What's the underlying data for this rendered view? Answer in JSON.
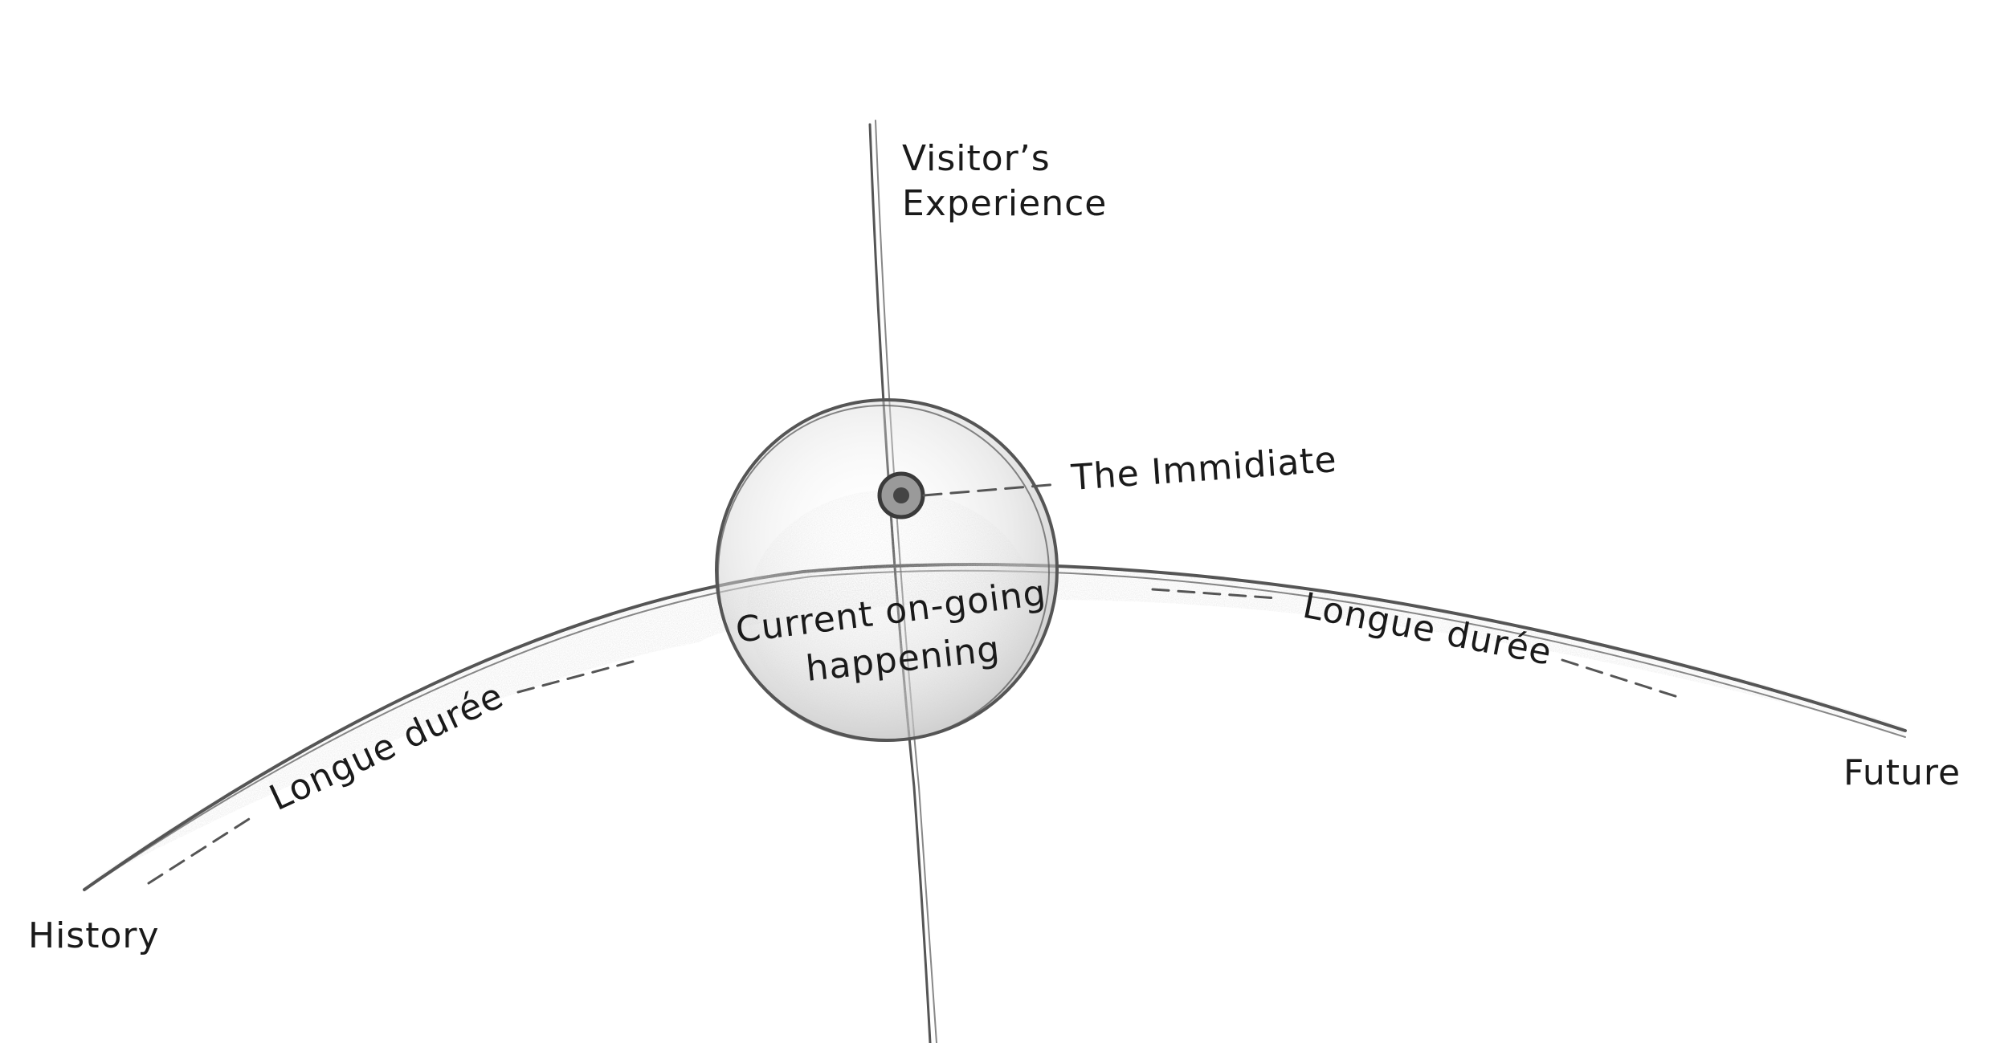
{
  "labels": {
    "visitors_experience_line1": "Visitor’s",
    "visitors_experience_line2": "Experience",
    "the_immidiate": "The Immidiate",
    "current_line1": "Current on-going",
    "current_line2": "happening",
    "longue_duree_left": "Longue durée",
    "longue_duree_right": "Longue durée",
    "history": "History",
    "future": "Future"
  },
  "colors": {
    "pencil_dark": "#3a3a3a",
    "pencil_mid": "#6a6a6a",
    "pencil_light": "#b5b5b5",
    "text": "#1a1a1a"
  }
}
